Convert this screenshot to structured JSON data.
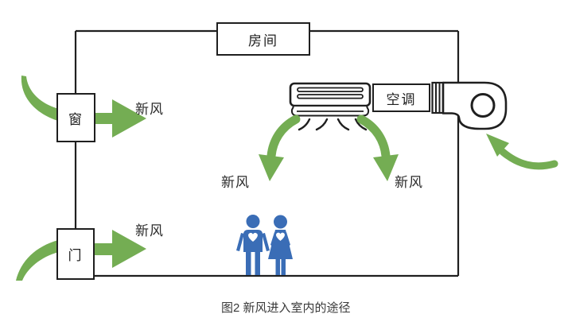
{
  "figure": {
    "caption": "图2 新风进入室内的途径"
  },
  "labels": {
    "room": "房间",
    "window": "窗",
    "door": "门",
    "air_conditioner": "空调",
    "fresh_air": "新风"
  },
  "icons": {
    "ac_indoor_unit": "air-conditioner-icon",
    "blower": "blower-fan-icon",
    "people": "couple-icon",
    "arrows": [
      "window-inflow-swoosh",
      "window-fresh-air-arrow",
      "door-inflow-swoosh",
      "door-fresh-air-arrow",
      "ac-left-airflow-arrow",
      "ac-right-airflow-arrow",
      "fan-intake-arrow"
    ]
  },
  "colors": {
    "arrow_green": "#74ad53",
    "people_blue": "#3a6db6",
    "line_dark": "#1f1f1f",
    "caption_gray": "#3a3a3a"
  }
}
